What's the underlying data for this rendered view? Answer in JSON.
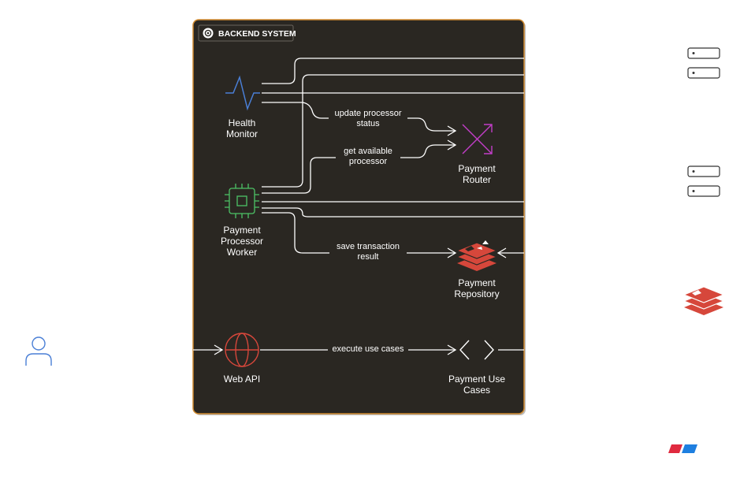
{
  "group": {
    "title": "BACKEND SYSTEM"
  },
  "nodes": {
    "health_monitor": {
      "line1": "Health",
      "line2": "Monitor"
    },
    "payment_router": {
      "line1": "Payment",
      "line2": "Router"
    },
    "processor_worker": {
      "line1": "Payment",
      "line2": "Processor",
      "line3": "Worker"
    },
    "payment_repository": {
      "line1": "Payment",
      "line2": "Repository"
    },
    "web_api": {
      "line1": "Web API"
    },
    "use_cases": {
      "line1": "Payment Use",
      "line2": "Cases"
    }
  },
  "edges": {
    "update_status": {
      "line1": "update processor",
      "line2": "status"
    },
    "get_processor": {
      "line1": "get available",
      "line2": "processor"
    },
    "save_result": {
      "line1": "save transaction",
      "line2": "result"
    },
    "execute": {
      "line1": "execute use cases"
    }
  },
  "colors": {
    "panel": "#2a2722",
    "panel_border": "#d08a2e",
    "health": "#4a7fd6",
    "router": "#c13ec7",
    "worker": "#4cc266",
    "repository": "#d6473b",
    "web_api": "#d6473b",
    "user": "#4a7fd6",
    "logo_red": "#e02a3f",
    "logo_blue": "#1e7fe0"
  }
}
